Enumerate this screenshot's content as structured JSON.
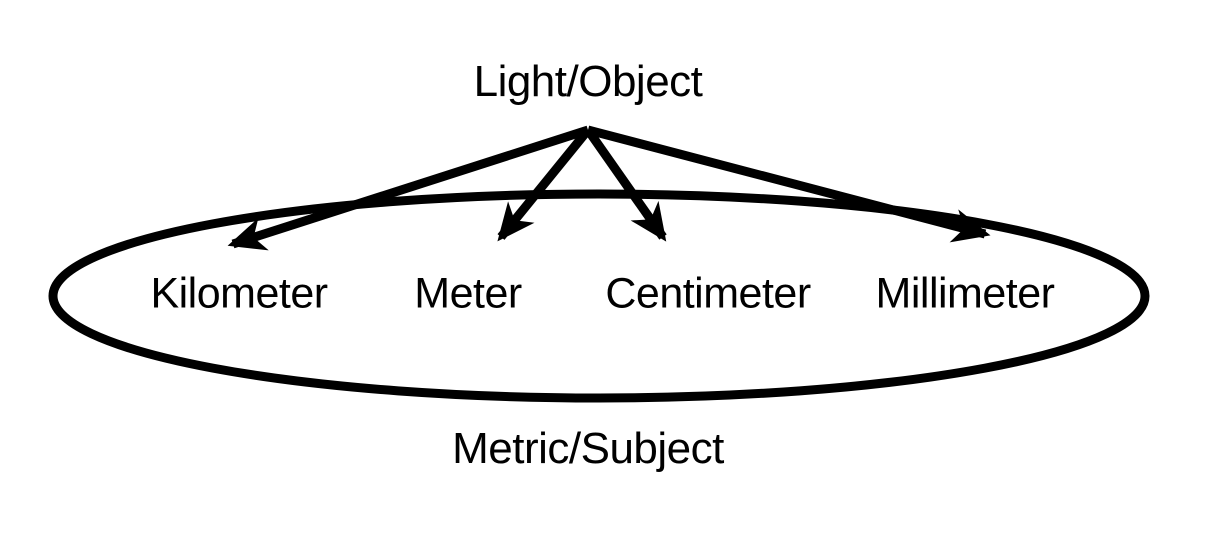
{
  "diagram": {
    "background_color": "#ffffff",
    "line_color": "#000000",
    "top_node": {
      "label": "Light/Object"
    },
    "group": {
      "label": "Metric/Subject",
      "shape": "ellipse",
      "items": [
        {
          "label": "Kilometer"
        },
        {
          "label": "Meter"
        },
        {
          "label": "Centimeter"
        },
        {
          "label": "Millimeter"
        }
      ]
    },
    "arrows": [
      {
        "from": "Light/Object",
        "to": "Kilometer"
      },
      {
        "from": "Light/Object",
        "to": "Meter"
      },
      {
        "from": "Light/Object",
        "to": "Centimeter"
      },
      {
        "from": "Light/Object",
        "to": "Millimeter"
      }
    ]
  }
}
